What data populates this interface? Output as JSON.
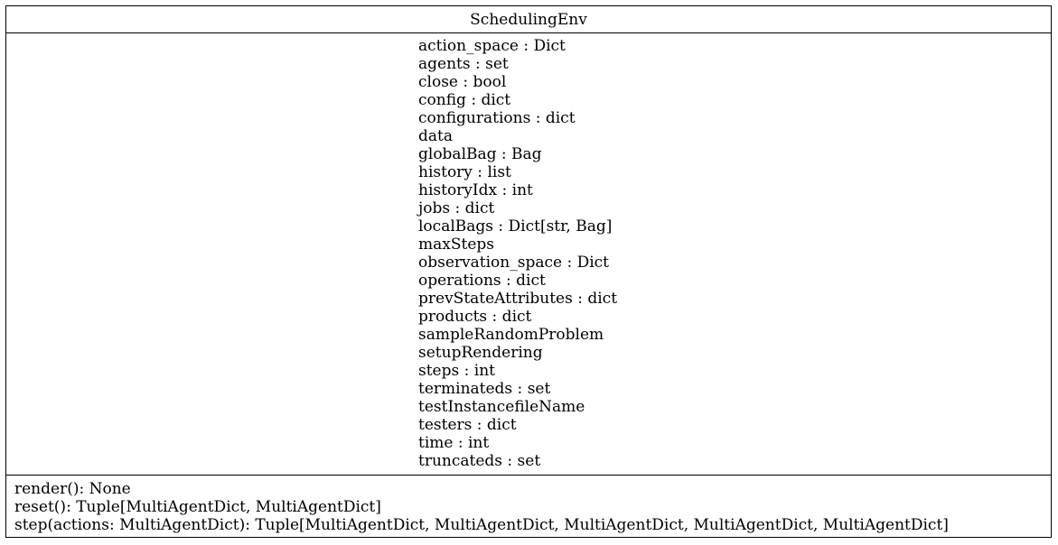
{
  "class": {
    "name": "SchedulingEnv",
    "attributes": [
      "action_space : Dict",
      "agents : set",
      "close : bool",
      "config : dict",
      "configurations : dict",
      "data",
      "globalBag : Bag",
      "history : list",
      "historyIdx : int",
      "jobs : dict",
      "localBags : Dict[str, Bag]",
      "maxSteps",
      "observation_space : Dict",
      "operations : dict",
      "prevStateAttributes : dict",
      "products : dict",
      "sampleRandomProblem",
      "setupRendering",
      "steps : int",
      "terminateds : set",
      "testInstancefileName",
      "testers : dict",
      "time : int",
      "truncateds : set"
    ],
    "methods": [
      "render(): None",
      "reset(): Tuple[MultiAgentDict, MultiAgentDict]",
      "step(actions: MultiAgentDict): Tuple[MultiAgentDict, MultiAgentDict, MultiAgentDict, MultiAgentDict, MultiAgentDict]"
    ]
  }
}
